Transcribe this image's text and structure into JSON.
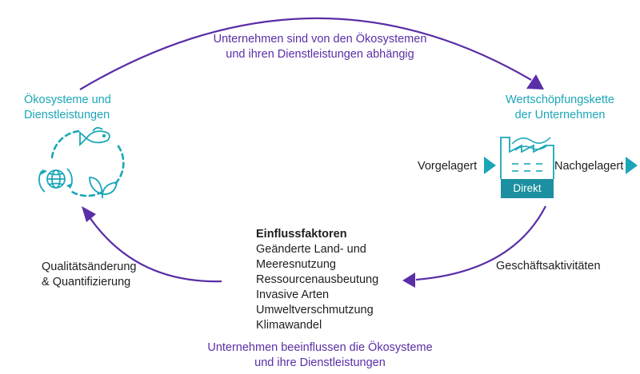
{
  "colors": {
    "arrow_purple": "#5a2ea6",
    "teal": "#1ba6b8",
    "teal_dark": "#1c8fa0",
    "text_dark": "#1e1e1e"
  },
  "captions": {
    "top_line1": "Unternehmen sind von den Ökosystemen",
    "top_line2": "und ihren Dienstleistungen abhängig",
    "bottom_line1": "Unternehmen beeinflussen die Ökosysteme",
    "bottom_line2": "und ihre Dienstleistungen"
  },
  "ecosystems": {
    "title_line1": "Ökosysteme und",
    "title_line2": "Dienstleistungen",
    "icons": [
      "fish-icon",
      "globe-icon",
      "leaf-icon",
      "cycle-arrows-icon"
    ]
  },
  "value_chain": {
    "title_line1": "Wertschöpfungskette",
    "title_line2": "der Unternehmen",
    "upstream": "Vorgelagert",
    "downstream": "Nachgelagert",
    "direct": "Direkt",
    "icons": [
      "factory-icon"
    ]
  },
  "business_activities": "Geschäftsaktivitäten",
  "quality_change": {
    "line1": "Qualitätsänderung",
    "line2": "& Quantifizierung"
  },
  "drivers": {
    "heading": "Einflussfaktoren",
    "items": [
      "Geänderte Land- und",
      "Meeresnutzung",
      "Ressourcenausbeutung",
      "Invasive Arten",
      "Umweltverschmutzung",
      "Klimawandel"
    ]
  }
}
